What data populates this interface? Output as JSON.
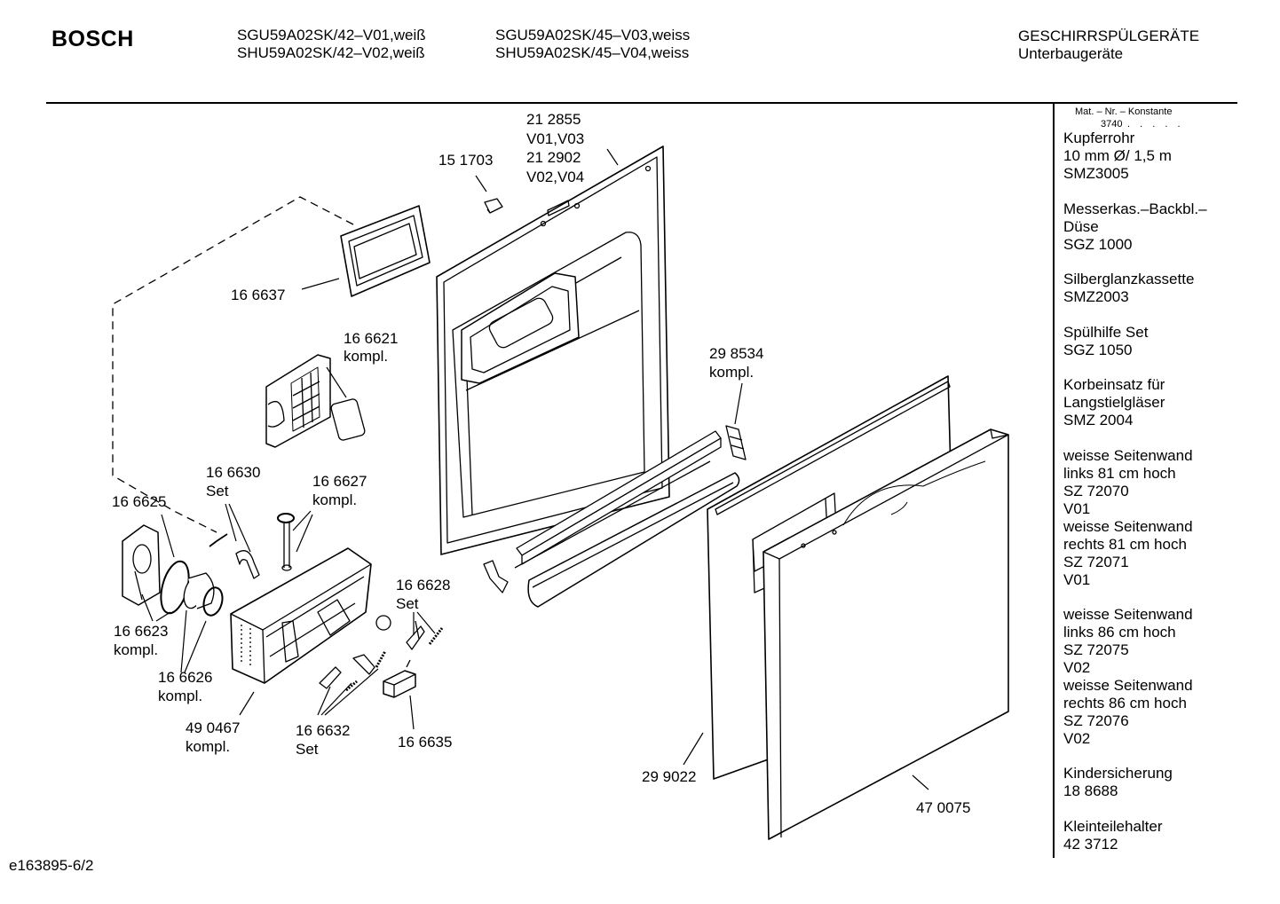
{
  "header": {
    "brand": "BOSCH",
    "models_col1": [
      "SGU59A02SK/42–V01,weiß",
      "SHU59A02SK/42–V02,weiß"
    ],
    "models_col2": [
      "SGU59A02SK/45–V03,weiss",
      "SHU59A02SK/45–V04,weiss"
    ],
    "category": "GESCHIRRSPÜLGERÄTE",
    "subcategory": "Unterbaugeräte"
  },
  "sidebar": {
    "mat_header": "Mat. – Nr. – Konstante",
    "mat_number": "3740",
    "mat_dots": ". . . . .",
    "accessories": [
      [
        "Kupferrohr",
        "10 mm Ø/ 1,5 m",
        "SMZ3005"
      ],
      [
        "Messerkas.–Backbl.–",
        "Düse",
        "SGZ 1000"
      ],
      [
        "Silberglanzkassette",
        "SMZ2003"
      ],
      [
        "Spülhilfe Set",
        "SGZ 1050"
      ],
      [
        "Korbeinsatz für",
        "Langstielgläser",
        "SMZ 2004"
      ],
      [
        "weisse Seitenwand",
        "links 81 cm hoch",
        "SZ 72070",
        "V01",
        "weisse Seitenwand",
        "rechts 81 cm hoch",
        "SZ 72071",
        "V01"
      ],
      [
        "weisse Seitenwand",
        "links 86 cm hoch",
        "SZ 72075",
        "V02",
        "weisse Seitenwand",
        "rechts 86 cm hoch",
        "SZ 72076",
        "V02"
      ],
      [
        "Kindersicherung",
        "18 8688"
      ],
      [
        "Kleinteilehalter",
        "42 3712"
      ]
    ]
  },
  "parts": {
    "p212855": [
      "21 2855",
      "V01,V03",
      "21 2902",
      "V02,V04"
    ],
    "p151703": [
      "15 1703"
    ],
    "p166637": [
      "16 6637"
    ],
    "p166621": [
      "16 6621",
      "kompl."
    ],
    "p298534": [
      "29 8534",
      "kompl."
    ],
    "p166630": [
      "16 6630",
      "Set"
    ],
    "p166627": [
      "16 6627",
      "kompl."
    ],
    "p166625": [
      "16 6625"
    ],
    "p166623": [
      "16 6623",
      "kompl."
    ],
    "p166626": [
      "16 6626",
      "kompl."
    ],
    "p166628": [
      "16 6628",
      "Set"
    ],
    "p490467": [
      "49 0467",
      "kompl."
    ],
    "p166632": [
      "16 6632",
      "Set"
    ],
    "p166635": [
      "16 6635"
    ],
    "p299022": [
      "29 9022"
    ],
    "p470075": [
      "47 0075"
    ]
  },
  "footer": {
    "code": "e163895-6/2"
  }
}
